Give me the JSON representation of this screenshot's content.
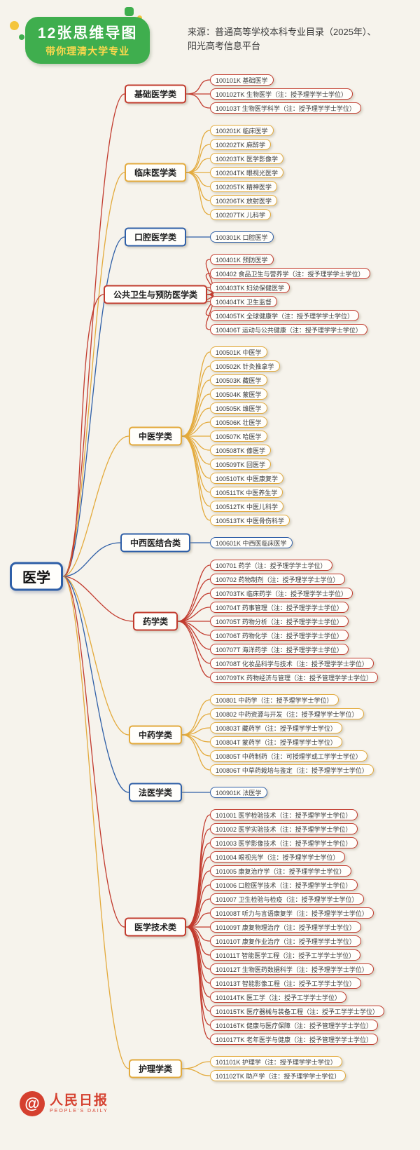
{
  "header": {
    "badge_line1": "12张思维导图",
    "badge_line2": "带你理清大学专业",
    "source_line1": "来源：普通高等学校本科专业目录（2025年）、",
    "source_line2": "阳光高考信息平台"
  },
  "root": {
    "label": "医学"
  },
  "colors": {
    "branch_red": "#c23b2e",
    "branch_yellow": "#e3aa3c",
    "branch_blue": "#2f5fa7",
    "badge_green": "#3fae4e",
    "badge_yellow_text": "#ffd94d",
    "footer_red": "#d5402f",
    "background": "#f6f3ec"
  },
  "branches": [
    {
      "label": "基础医学类",
      "color": "red",
      "items": [
        "100101K 基础医学",
        "100102TK 生物医学（注：授予理学学士学位）",
        "100103T 生物医学科学（注：授予理学学士学位）"
      ]
    },
    {
      "label": "临床医学类",
      "color": "yellow",
      "items": [
        "100201K 临床医学",
        "100202TK 麻醉学",
        "100203TK 医学影像学",
        "100204TK 眼视光医学",
        "100205TK 精神医学",
        "100206TK 放射医学",
        "100207TK 儿科学"
      ]
    },
    {
      "label": "口腔医学类",
      "color": "blue",
      "items": [
        "100301K 口腔医学"
      ]
    },
    {
      "label": "公共卫生与预防医学类",
      "color": "red",
      "items": [
        "100401K 预防医学",
        "100402 食品卫生与营养学（注：授予理学学士学位）",
        "100403TK 妇幼保健医学",
        "100404TK 卫生监督",
        "100405TK 全球健康学（注：授予理学学士学位）",
        "100406T 运动与公共健康（注：授予理学学士学位）"
      ]
    },
    {
      "label": "中医学类",
      "color": "yellow",
      "items": [
        "100501K 中医学",
        "100502K 针灸推拿学",
        "100503K 藏医学",
        "100504K 蒙医学",
        "100505K 维医学",
        "100506K 壮医学",
        "100507K 哈医学",
        "100508TK 傣医学",
        "100509TK 回医学",
        "100510TK 中医康复学",
        "100511TK 中医养生学",
        "100512TK 中医儿科学",
        "100513TK 中医骨伤科学"
      ]
    },
    {
      "label": "中西医结合类",
      "color": "blue",
      "items": [
        "100601K 中西医临床医学"
      ]
    },
    {
      "label": "药学类",
      "color": "red",
      "items": [
        "100701 药学（注：授予理学学士学位）",
        "100702 药物制剂（注：授予理学学士学位）",
        "100703TK 临床药学（注：授予理学学士学位）",
        "100704T 药事管理（注：授予理学学士学位）",
        "100705T 药物分析（注：授予理学学士学位）",
        "100706T 药物化学（注：授予理学学士学位）",
        "100707T 海洋药学（注：授予理学学士学位）",
        "100708T 化妆品科学与技术（注：授予理学学士学位）",
        "100709TK 药物经济与管理（注：授予管理学学士学位）"
      ]
    },
    {
      "label": "中药学类",
      "color": "yellow",
      "items": [
        "100801 中药学（注：授予理学学士学位）",
        "100802 中药资源与开发（注：授予理学学士学位）",
        "100803T 藏药学（注：授予理学学士学位）",
        "100804T 蒙药学（注：授予理学学士学位）",
        "100805T 中药制药（注：可授理学或工学学士学位）",
        "100806T 中草药栽培与鉴定（注：授予理学学士学位）"
      ]
    },
    {
      "label": "法医学类",
      "color": "blue",
      "items": [
        "100901K 法医学"
      ]
    },
    {
      "label": "医学技术类",
      "color": "red",
      "items": [
        "101001 医学检验技术（注：授予理学学士学位）",
        "101002 医学实验技术（注：授予理学学士学位）",
        "101003 医学影像技术（注：授予理学学士学位）",
        "101004 眼视光学（注：授予理学学士学位）",
        "101005 康复治疗学（注：授予理学学士学位）",
        "101006 口腔医学技术（注：授予理学学士学位）",
        "101007 卫生检验与检疫（注：授予理学学士学位）",
        "101008T 听力与言语康复学（注：授予理学学士学位）",
        "101009T 康复物理治疗（注：授予理学学士学位）",
        "101010T 康复作业治疗（注：授予理学学士学位）",
        "101011T 智能医学工程（注：授予工学学士学位）",
        "101012T 生物医药数据科学（注：授予理学学士学位）",
        "101013T 智能影像工程（注：授予工学学士学位）",
        "101014TK 医工学（注：授予工学学士学位）",
        "101015TK 医疗器械与装备工程（注：授予工学学士学位）",
        "101016TK 健康与医疗保障（注：授予管理学学士学位）",
        "101017TK 老年医学与健康（注：授予管理学学士学位）"
      ]
    },
    {
      "label": "护理学类",
      "color": "yellow",
      "items": [
        "101101K 护理学（注：授予理学学士学位）",
        "101102TK 助产学（注：授予理学学士学位）"
      ]
    }
  ],
  "footer": {
    "brand": "人民日报",
    "brand_sub": "PEOPLE'S DAILY",
    "logo_glyph": "@"
  }
}
